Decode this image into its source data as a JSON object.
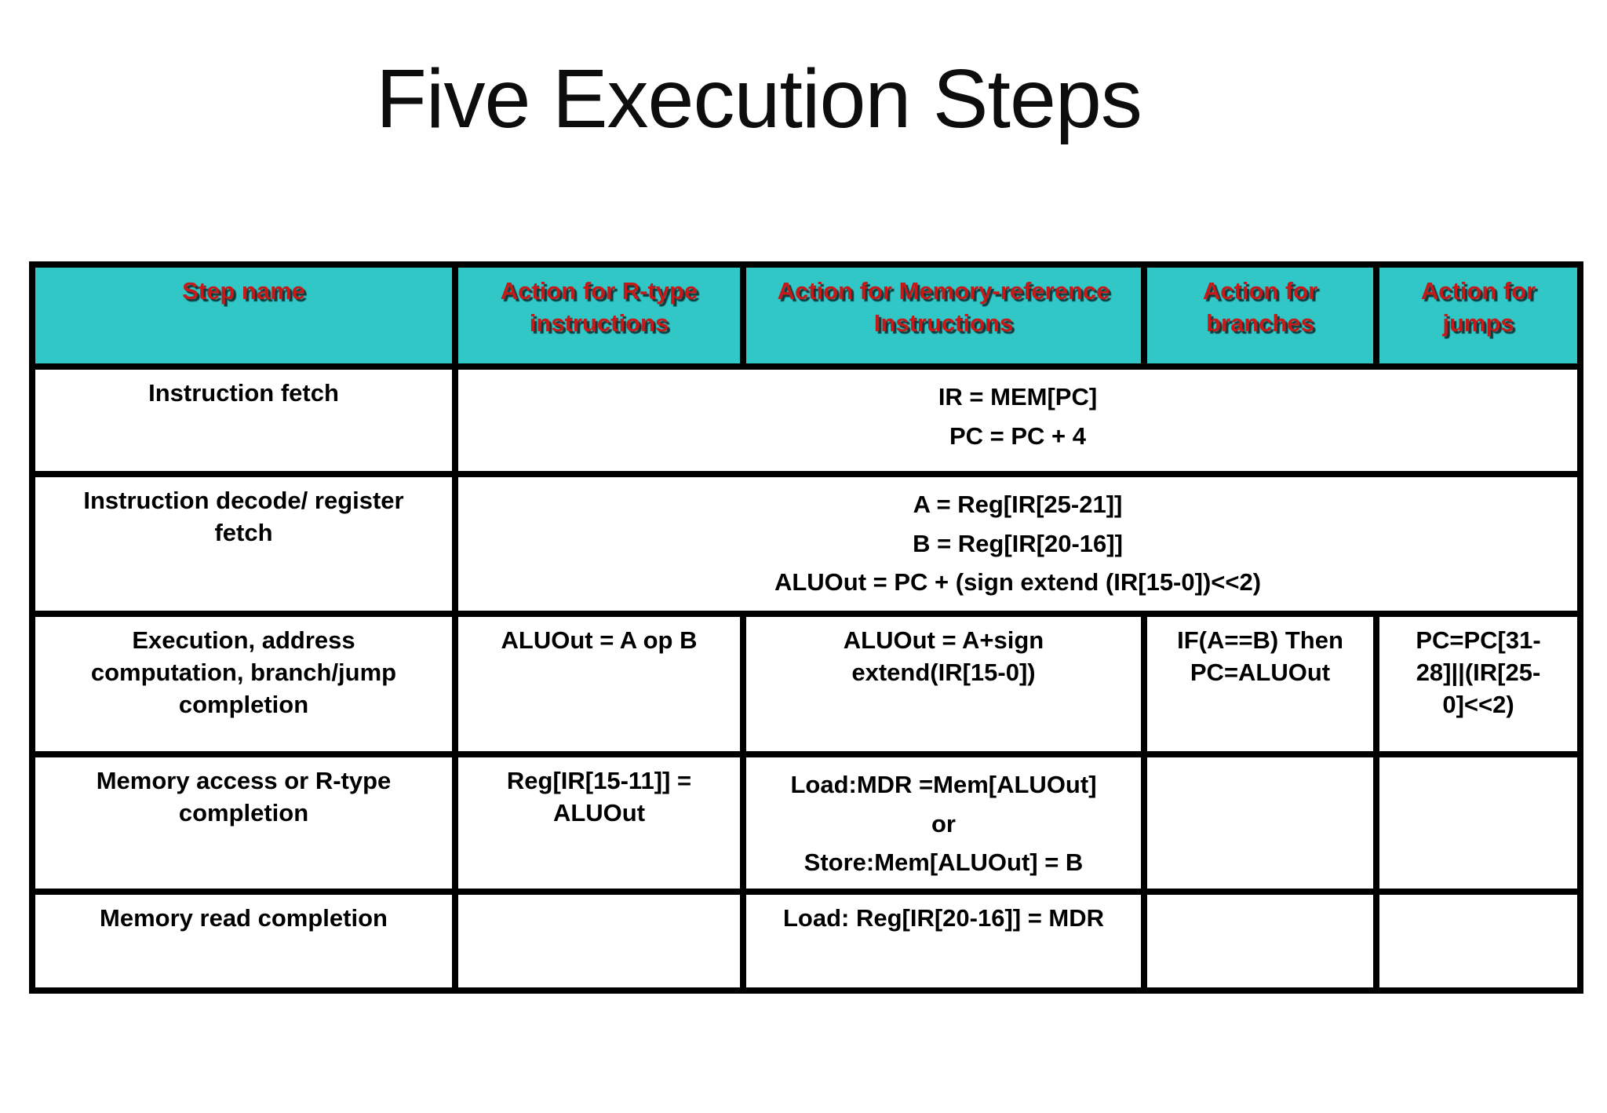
{
  "title": "Five Execution Steps",
  "colors": {
    "background": "#ffffff",
    "header_bg": "#31c7c7",
    "header_text": "#c41a1a",
    "body_text": "#000000",
    "border": "#000000",
    "title_text": "#0d0d0d"
  },
  "table": {
    "headers": [
      "Step name",
      "Action for R-type\ninstructions",
      "Action for Memory-reference\nInstructions",
      "Action for\nbranches",
      "Action for\njumps"
    ],
    "rows": [
      {
        "step": "Instruction fetch",
        "action_all": "IR = MEM[PC]\nPC = PC + 4"
      },
      {
        "step": "Instruction decode/ register\nfetch",
        "action_all": "A = Reg[IR[25-21]]\nB = Reg[IR[20-16]]\nALUOut = PC + (sign extend (IR[15-0])<<2)"
      },
      {
        "step": "Execution, address\ncomputation, branch/jump\ncompletion",
        "rtype": "ALUOut = A op B",
        "memref": "ALUOut = A+sign\nextend(IR[15-0])",
        "branches": "IF(A==B) Then\nPC=ALUOut",
        "jumps": "PC=PC[31-\n28]||(IR[25-\n0]<<2)"
      },
      {
        "step": "Memory access or R-type\ncompletion",
        "rtype": "Reg[IR[15-11]] =\nALUOut",
        "memref": "Load:MDR =Mem[ALUOut]\nor\nStore:Mem[ALUOut] = B",
        "branches": "",
        "jumps": ""
      },
      {
        "step": "Memory read completion",
        "rtype": "",
        "memref": "Load: Reg[IR[20-16]] = MDR",
        "branches": "",
        "jumps": ""
      }
    ]
  }
}
